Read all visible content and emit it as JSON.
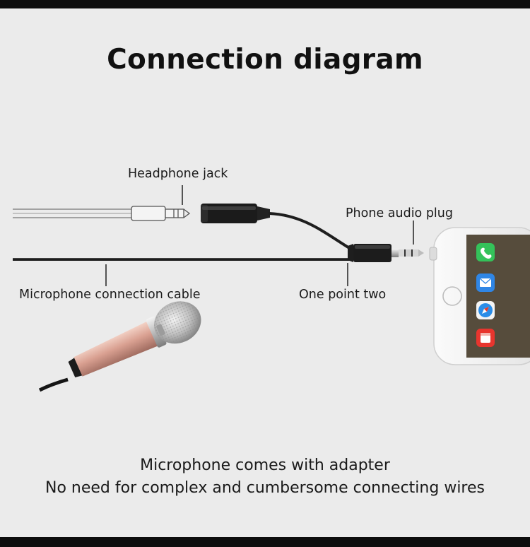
{
  "title": "Connection diagram",
  "labels": {
    "headphone_jack": "Headphone jack",
    "phone_audio_plug": "Phone audio plug",
    "microphone_connection_cable": "Microphone connection cable",
    "one_point_two": "One point two"
  },
  "captions": {
    "line1": "Microphone comes with adapter",
    "line2": "No need for complex and cumbersome connecting wires"
  },
  "phone_apps": [
    "phone-icon",
    "mail-icon",
    "safari-icon",
    "calendar-icon"
  ],
  "colors": {
    "background": "#ebebeb",
    "frame": "#0d0d0d",
    "mic_body": "#d9a091",
    "cable": "#1e1e1e"
  }
}
